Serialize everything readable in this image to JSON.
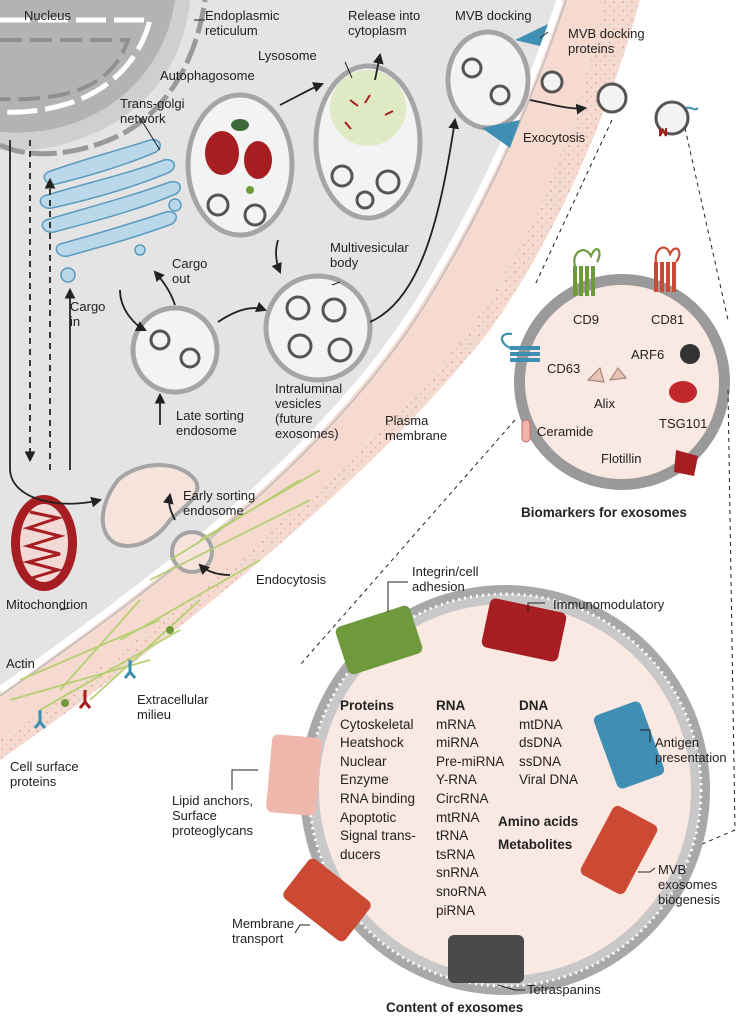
{
  "cell_labels": {
    "nucleus": "Nucleus",
    "er": "Endoplasmic\nreticulum",
    "golgi": "Trans-golgi\nnetwork",
    "autophagosome": "Autophagosome",
    "lysosome": "Lysosome",
    "release": "Release into\ncytoplasm",
    "mvb_docking": "MVB docking",
    "mvb_docking_proteins": "MVB docking\nproteins",
    "exocytosis": "Exocytosis",
    "cargo_out": "Cargo\nout",
    "cargo_in": "Cargo\nin",
    "mvb": "Multivesicular\nbody",
    "late_sorting": "Late sorting\nendosome",
    "intraluminal": "Intraluminal\nvesicles\n(future\nexosomes)",
    "plasma_membrane": "Plasma\nmembrane",
    "early_sorting": "Early sorting\nendosome",
    "endocytosis": "Endocytosis",
    "mitochondrion": "Mitochondrion",
    "actin": "Actin",
    "extracellular": "Extracellular\nmilieu",
    "cell_surface": "Cell surface\nproteins"
  },
  "biomarkers": {
    "title": "Biomarkers for exosomes",
    "cd9": "CD9",
    "cd81": "CD81",
    "cd63": "CD63",
    "arf6": "ARF6",
    "alix": "Alix",
    "tsg101": "TSG101",
    "ceramide": "Ceramide",
    "flotillin": "Flotillin"
  },
  "content": {
    "title": "Content of exosomes",
    "proteins": {
      "heading": "Proteins",
      "items": [
        "Cytoskeletal",
        "Heatshock",
        "Nuclear",
        "Enzyme",
        "RNA binding",
        "Apoptotic",
        "Signal trans-",
        "ducers"
      ]
    },
    "rna": {
      "heading": "RNA",
      "items": [
        "mRNA",
        "miRNA",
        "Pre-miRNA",
        "Y-RNA",
        "CircRNA",
        "mtRNA",
        "tRNA",
        "tsRNA",
        "snRNA",
        "snoRNA",
        "piRNA"
      ]
    },
    "dna": {
      "heading": "DNA",
      "items": [
        "mtDNA",
        "dsDNA",
        "ssDNA",
        "Viral DNA"
      ]
    },
    "amino_acids": "Amino acids",
    "metabolites": "Metabolites",
    "labels": {
      "integrin": "Integrin/cell\nadhesion",
      "immunomodulatory": "Immunomodulatory",
      "antigen": "Antigen\npresentation",
      "mvb_biogenesis": "MVB exosomes\nbiogenesis",
      "tetraspanins": "Tetraspanins",
      "membrane_transport": "Membrane\ntransport",
      "lipid_anchors": "Lipid anchors,\nSurface\nproteoglycans"
    }
  },
  "colors": {
    "cytoplasm": "#e4e4e4",
    "extracellular": "#f6d9cf",
    "nucleus": "#bdbdbd",
    "golgi": "#b9d8ea",
    "green": "#6f9a3c",
    "red": "#a71e22",
    "blue": "#3e8fb3",
    "orange_red": "#cc4a33",
    "dark": "#4a4a4a",
    "pink": "#f0b8ad"
  }
}
